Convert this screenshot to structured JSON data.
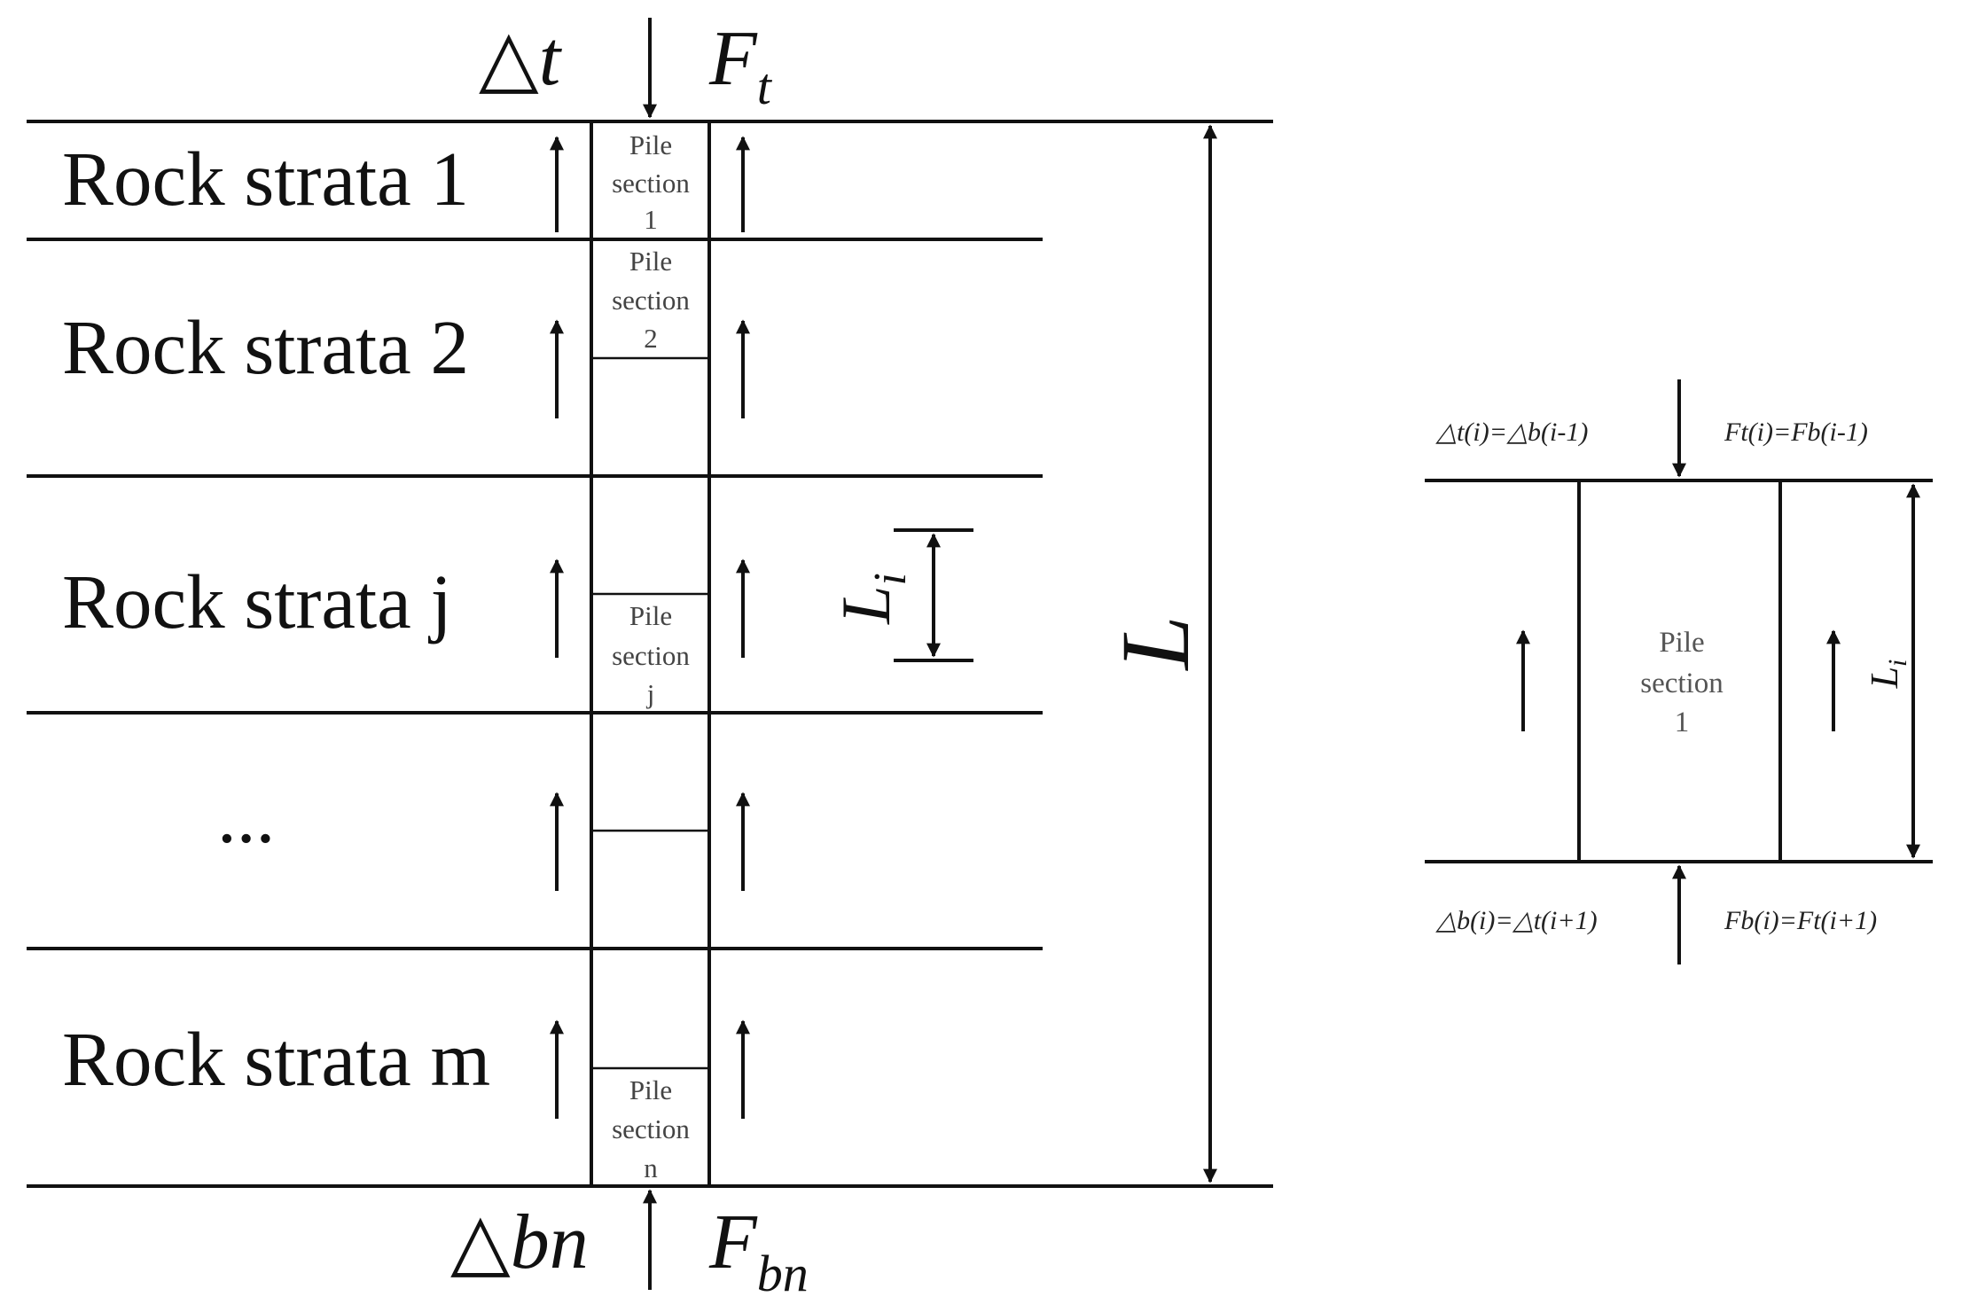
{
  "left_diagram": {
    "top_labels": {
      "delta_sym": "△",
      "delta_var": "t",
      "force_var": "F",
      "force_sub": "t"
    },
    "bottom_labels": {
      "delta_sym": "△",
      "delta_var": "bn",
      "force_var": "F",
      "force_sub": "bn"
    },
    "strata": [
      {
        "label": "Rock strata 1"
      },
      {
        "label": "Rock strata 2"
      },
      {
        "label": "Rock strata j"
      },
      {
        "label": "..."
      },
      {
        "label": "Rock strata m"
      }
    ],
    "pile_sections": [
      {
        "line1": "Pile",
        "line2": "section",
        "line3": "1"
      },
      {
        "line1": "Pile",
        "line2": "section",
        "line3": "2"
      },
      {
        "line1": "Pile",
        "line2": "section",
        "line3": "j"
      },
      {
        "line1": "Pile",
        "line2": "section",
        "line3": "n"
      }
    ],
    "dimension_L": "L",
    "dimension_Li": {
      "var": "L",
      "sub": "i"
    }
  },
  "right_diagram": {
    "top_left_eq": "△t(i)=△b(i-1)",
    "top_right_eq": "Ft(i)=Fb(i-1)",
    "bottom_left_eq": "△b(i)=△t(i+1)",
    "bottom_right_eq": "Fb(i)=Ft(i+1)",
    "pile_section": {
      "line1": "Pile",
      "line2": "section",
      "line3": "1"
    },
    "dimension_Li": {
      "var": "L",
      "sub": "i"
    }
  }
}
